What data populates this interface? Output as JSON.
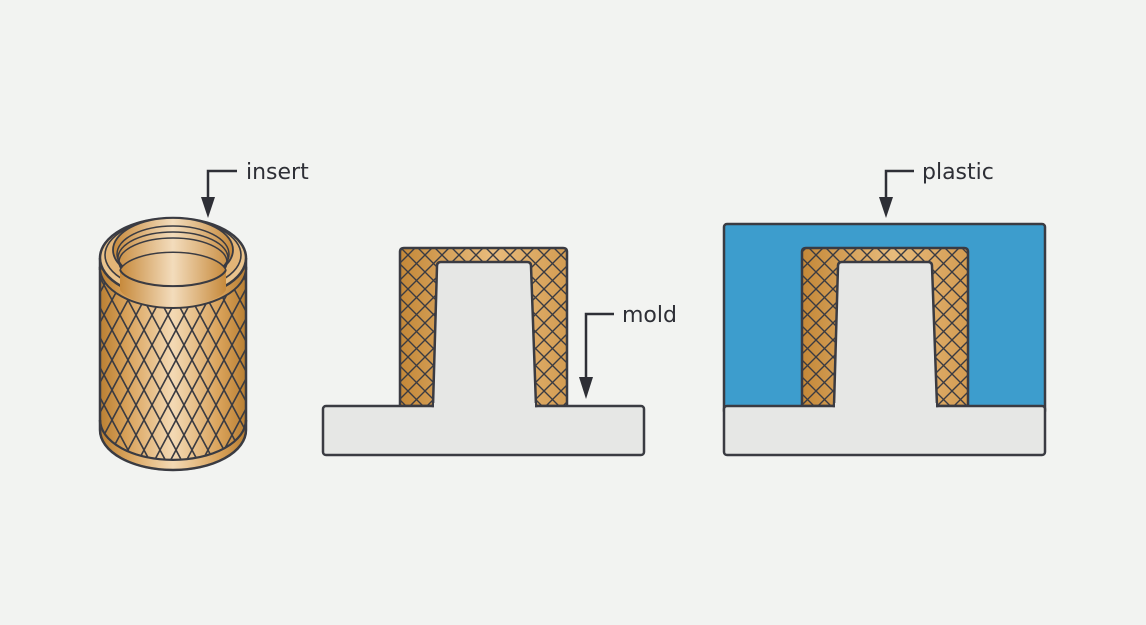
{
  "labels": {
    "insert": "insert",
    "mold": "mold",
    "plastic": "plastic"
  },
  "colors": {
    "background": "#f2f3f1",
    "outline": "#3a3b42",
    "brass_light": "#f1d3aa",
    "brass_mid": "#dfa861",
    "brass_dark": "#b97f33",
    "mold_gray": "#e6e7e5",
    "plastic_blue": "#3d9dcd"
  }
}
